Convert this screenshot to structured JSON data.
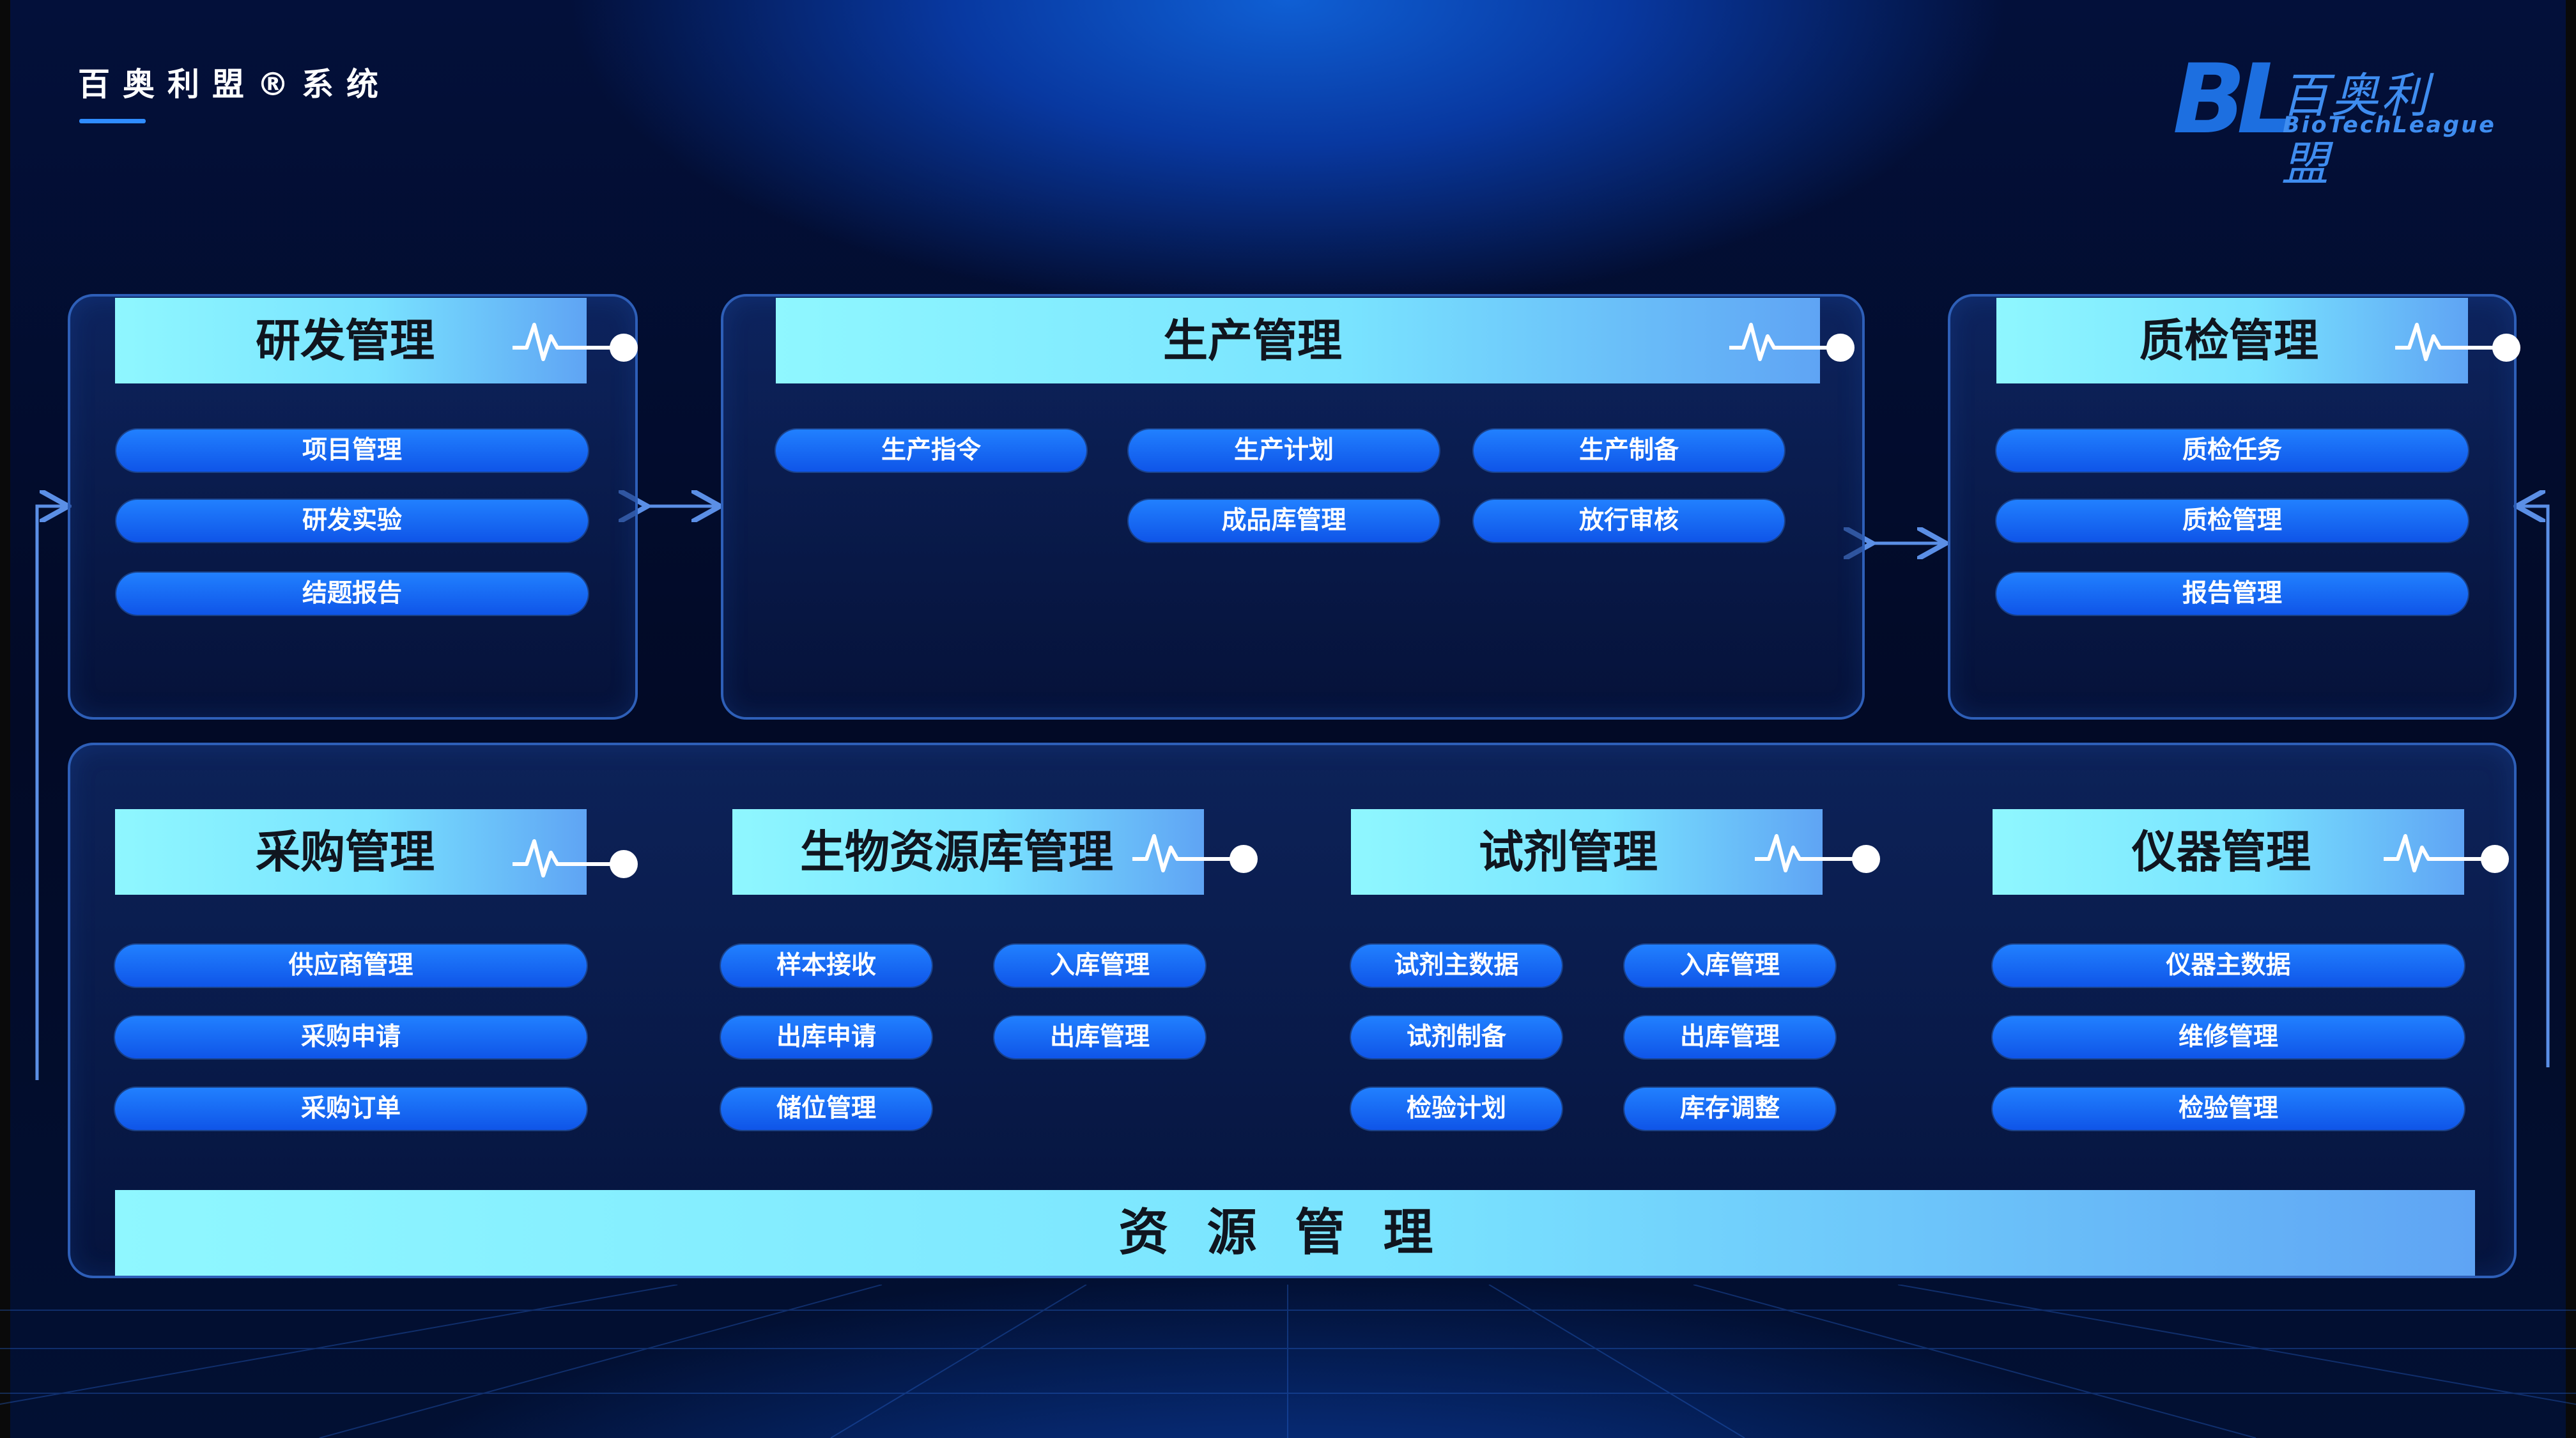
{
  "header": {
    "system_title": "百奥利盟®系统"
  },
  "logo": {
    "mark": "BL",
    "name_cn": "百奥利盟",
    "name_en": "BioTechLeague"
  },
  "modules": {
    "rd": {
      "title": "研发管理",
      "items": [
        "项目管理",
        "研发实验",
        "结题报告"
      ]
    },
    "production": {
      "title": "生产管理",
      "items": [
        "生产指令",
        "生产计划",
        "生产制备",
        "成品库管理",
        "放行审核"
      ]
    },
    "qc": {
      "title": "质检管理",
      "items": [
        "质检任务",
        "质检管理",
        "报告管理"
      ]
    },
    "purchase": {
      "title": "采购管理",
      "items": [
        "供应商管理",
        "采购申请",
        "采购订单"
      ]
    },
    "biobank": {
      "title": "生物资源库管理",
      "items": [
        "样本接收",
        "入库管理",
        "出库申请",
        "出库管理",
        "储位管理"
      ]
    },
    "reagent": {
      "title": "试剂管理",
      "items": [
        "试剂主数据",
        "入库管理",
        "试剂制备",
        "出库管理",
        "检验计划",
        "库存调整"
      ]
    },
    "instrument": {
      "title": "仪器管理",
      "items": [
        "仪器主数据",
        "维修管理",
        "检验管理"
      ]
    }
  },
  "resource": {
    "title": "资源管理"
  },
  "colors": {
    "accent": "#1f6fff",
    "header_start": "#8ff7ff",
    "header_end": "#5fa4f4",
    "panel_border": "#2e5fb8"
  }
}
